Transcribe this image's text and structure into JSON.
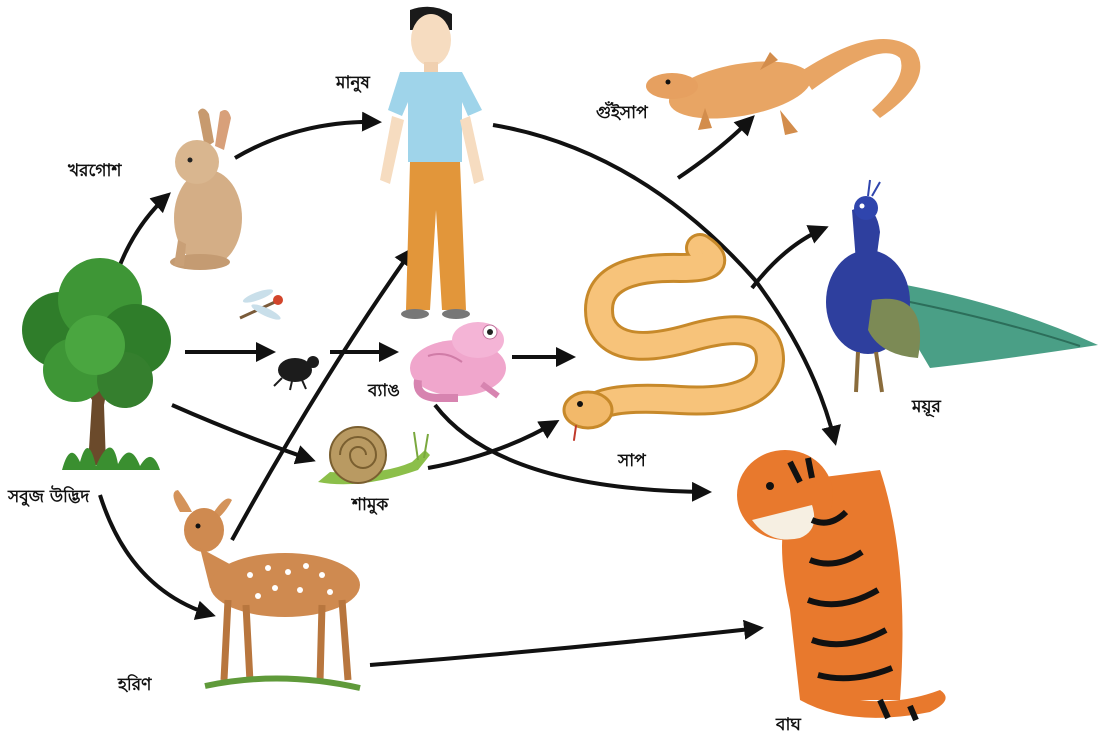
{
  "organisms": {
    "plant": "সবুজ উদ্ভিদ",
    "rabbit": "খরগোশ",
    "human": "মানুষ",
    "monitor_lizard": "গুঁইসাপ",
    "frog": "ব্যাঙ",
    "snail": "শামুক",
    "snake": "সাপ",
    "peacock": "ময়ূর",
    "deer": "হরিণ",
    "tiger": "বাঘ"
  },
  "links": [
    [
      "plant",
      "rabbit"
    ],
    [
      "plant",
      "insect"
    ],
    [
      "insect",
      "frog"
    ],
    [
      "plant",
      "snail"
    ],
    [
      "plant",
      "deer"
    ],
    [
      "rabbit",
      "human"
    ],
    [
      "deer",
      "human"
    ],
    [
      "frog",
      "snake"
    ],
    [
      "snail",
      "snake"
    ],
    [
      "frog",
      "tiger"
    ],
    [
      "human",
      "tiger"
    ],
    [
      "deer",
      "tiger"
    ],
    [
      "snake",
      "monitor_lizard"
    ],
    [
      "snake",
      "peacock"
    ]
  ],
  "colors": {
    "arrow": "#111111",
    "background": "#ffffff"
  }
}
